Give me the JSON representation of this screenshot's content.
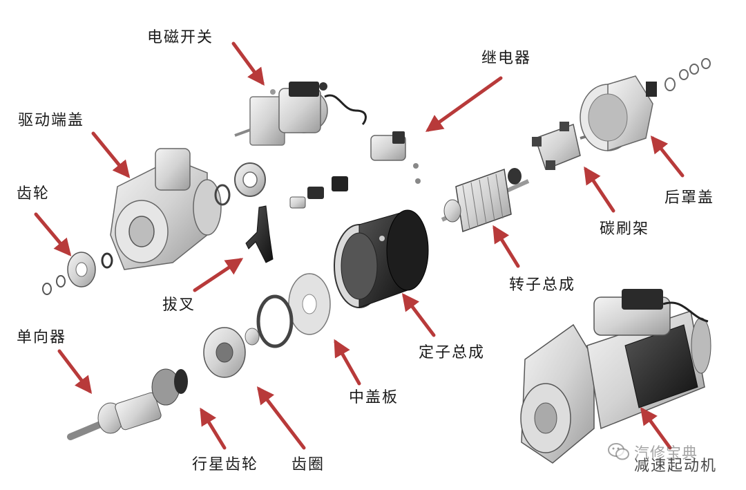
{
  "labels": {
    "solenoid_switch": "电磁开关",
    "relay": "继电器",
    "drive_end_cover": "驱动端盖",
    "gear": "齿轮",
    "rear_cover": "后罩盖",
    "brush_holder": "碳刷架",
    "shift_fork": "拔叉",
    "rotor_assembly": "转子总成",
    "one_way_clutch": "单向器",
    "stator_assembly": "定子总成",
    "middle_cover_plate": "中盖板",
    "planetary_gear": "行星齿轮",
    "ring_gear": "齿圈",
    "reduction_starter": "减速起动机"
  },
  "watermark": {
    "text": "汽修宝典",
    "icon": "wechat-icon"
  },
  "colors": {
    "arrow": "#b83a3a",
    "text": "#1a1a1a",
    "part_fill": "#e2e2e2",
    "part_dark": "#2b2b2b"
  }
}
